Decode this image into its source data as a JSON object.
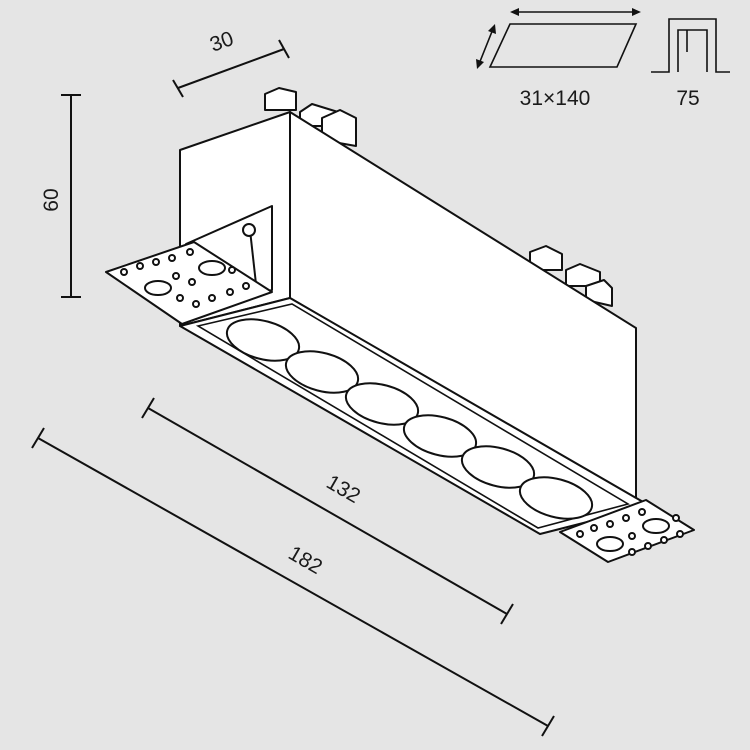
{
  "dimensions": {
    "width": "30",
    "height": "60",
    "inner_length": "132",
    "outer_length": "182",
    "cutout": "31×140",
    "depth": "75"
  }
}
